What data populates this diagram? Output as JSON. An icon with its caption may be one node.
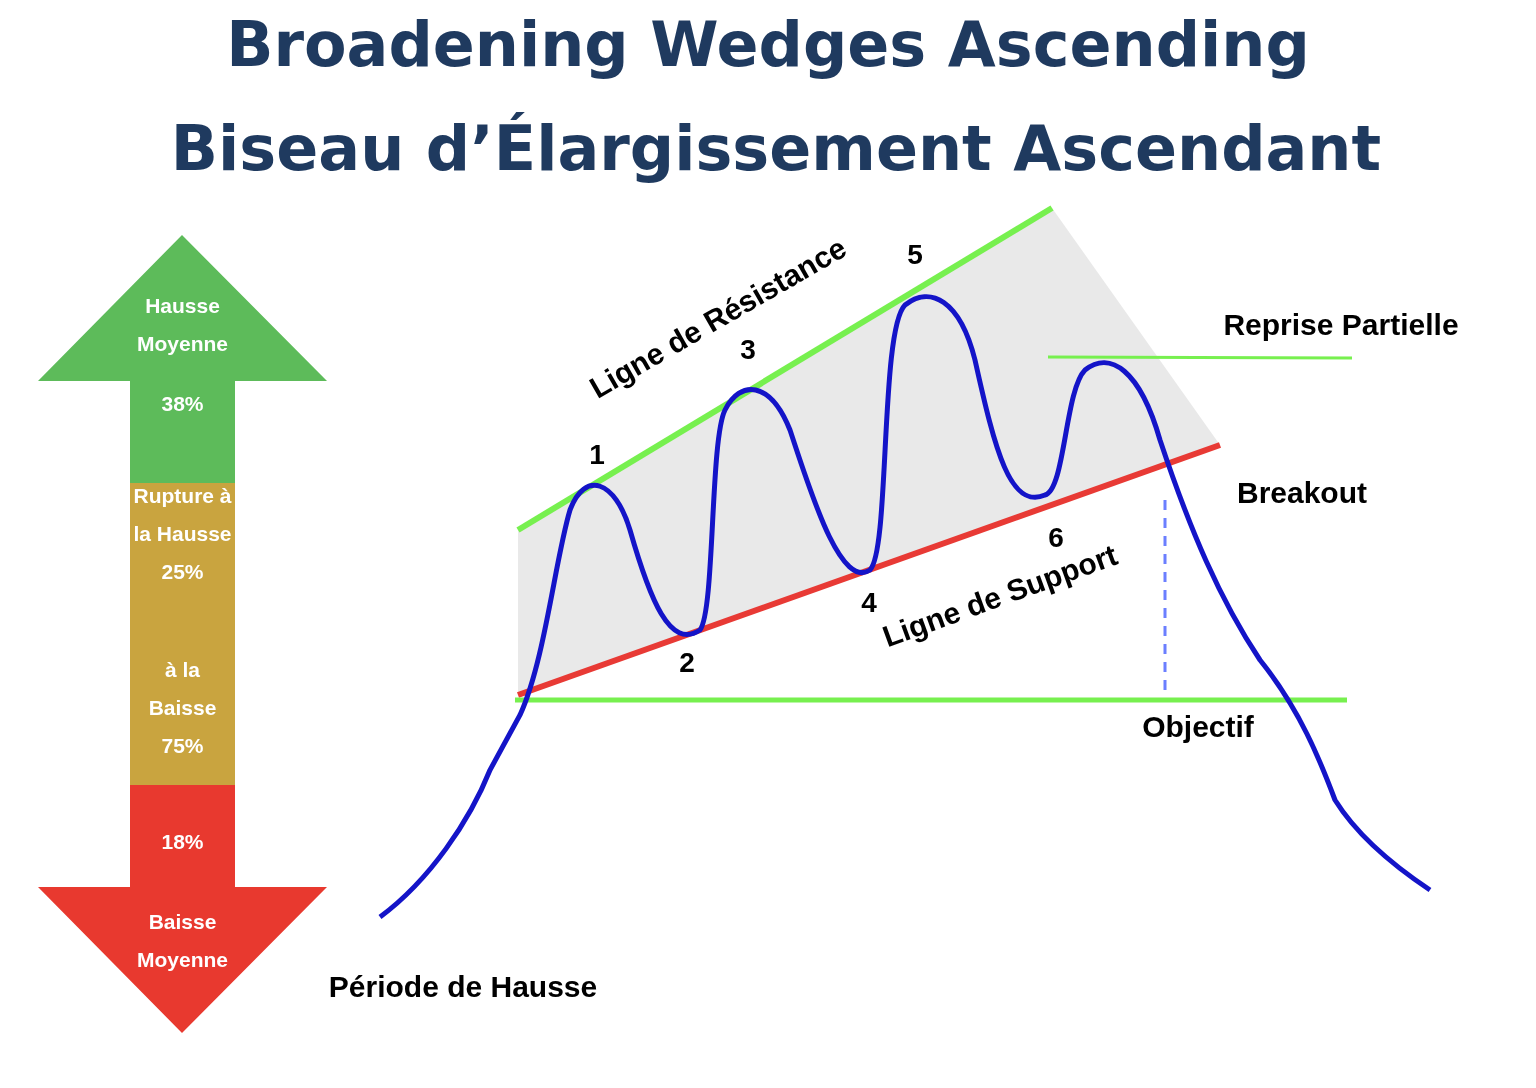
{
  "diagram": {
    "title": "Broadening Wedges Ascending",
    "nodes": [
      {
        "text": [
          "Hausse Moyenne",
          "38%"
        ]
      },
      {
        "text": [
          "Rupture à la Hausse 25%",
          "à la Baisse 75%"
        ]
      },
      {
        "text": [
          "18%",
          "Baisse Moyenne"
        ]
      }
    ],
    "edges": [],
    "labels": [
      "Biseau d’Élargissement Ascendant",
      "Ligne de Résistance",
      "5",
      "3",
      "1",
      "Reprise Partielle",
      "Breakout",
      "6",
      "4",
      "Ligne de Support",
      "2",
      "Objectif",
      "Période de Hausse"
    ]
  }
}
